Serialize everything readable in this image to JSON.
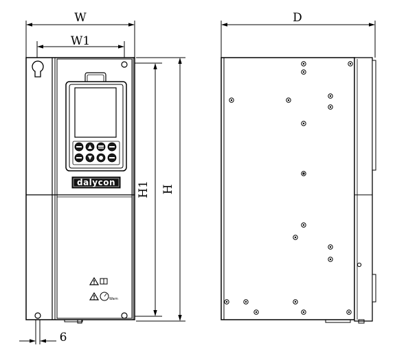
{
  "drawing": {
    "dimensions": {
      "width": "W",
      "mount_width": "W1",
      "height": "H",
      "mount_height": "H1",
      "depth": "D",
      "hole_offset": "6"
    },
    "front_view": {
      "brand_logo": "dalycon",
      "warning_label": "Warn"
    }
  }
}
